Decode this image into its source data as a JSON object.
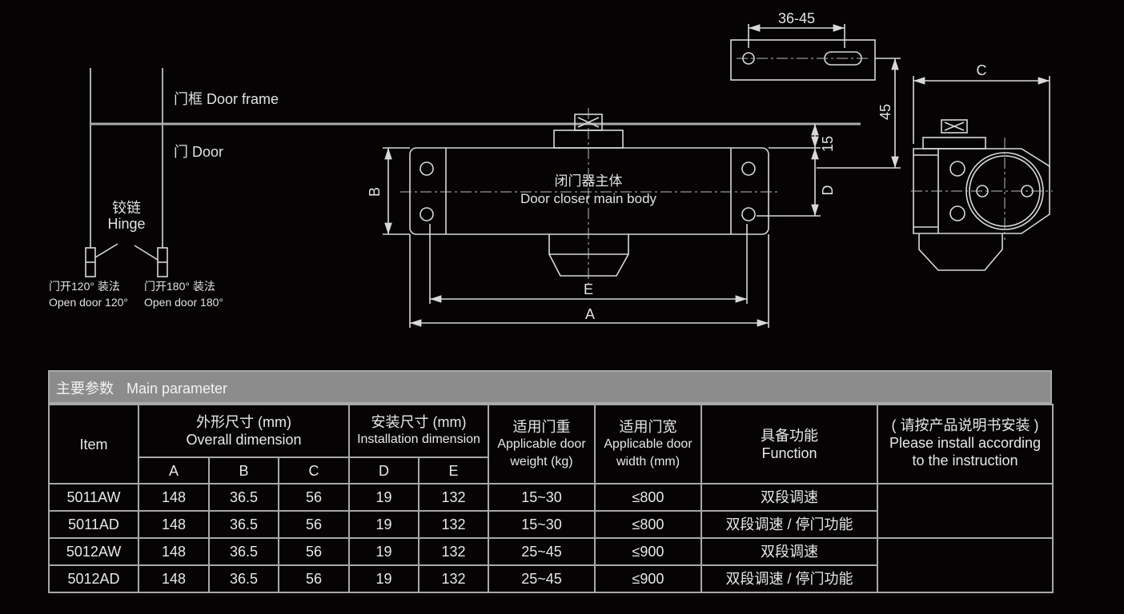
{
  "diagram": {
    "door_frame_label": "门框 Door frame",
    "door_label": "门 Door",
    "hinge_cn": "铰链",
    "hinge_en": "Hinge",
    "open120_cn": "门开120°  装法",
    "open120_en": "Open door 120°",
    "open180_cn": "门开180°  装法",
    "open180_en": "Open door 180°",
    "body_cn": "闭门器主体",
    "body_en": "Door closer main body",
    "dim_a": "A",
    "dim_b": "B",
    "dim_c": "C",
    "dim_d": "D",
    "dim_e": "E",
    "dim_15": "15",
    "dim_45": "45",
    "dim_36_45": "36-45"
  },
  "table": {
    "title_cn": "主要参数",
    "title_en": "Main parameter",
    "headers": {
      "item": "Item",
      "overall_cn": "外形尺寸 (mm)",
      "overall_en": "Overall dimension",
      "install_cn": "安装尺寸 (mm)",
      "install_en": "Installation dimension",
      "weight_cn": "适用门重",
      "weight_en1": "Applicable door",
      "weight_en2": "weight (kg)",
      "width_cn": "适用门宽",
      "width_en1": "Applicable door",
      "width_en2": "width (mm)",
      "function_cn": "具备功能",
      "function_en": "Function",
      "note_cn": "( 请按产品说明书安装 )",
      "note_en1": "Please install according",
      "note_en2": "to the instruction",
      "a": "A",
      "b": "B",
      "c": "C",
      "d": "D",
      "e": "E"
    },
    "rows": [
      {
        "item": "5011AW",
        "a": "148",
        "b": "36.5",
        "c": "56",
        "d": "19",
        "e": "132",
        "weight": "15~30",
        "width": "≤800",
        "function": "双段调速"
      },
      {
        "item": "5011AD",
        "a": "148",
        "b": "36.5",
        "c": "56",
        "d": "19",
        "e": "132",
        "weight": "15~30",
        "width": "≤800",
        "function": "双段调速 / 停门功能"
      },
      {
        "item": "5012AW",
        "a": "148",
        "b": "36.5",
        "c": "56",
        "d": "19",
        "e": "132",
        "weight": "25~45",
        "width": "≤900",
        "function": "双段调速"
      },
      {
        "item": "5012AD",
        "a": "148",
        "b": "36.5",
        "c": "56",
        "d": "19",
        "e": "132",
        "weight": "25~45",
        "width": "≤900",
        "function": "双段调速 / 停门功能"
      }
    ]
  }
}
